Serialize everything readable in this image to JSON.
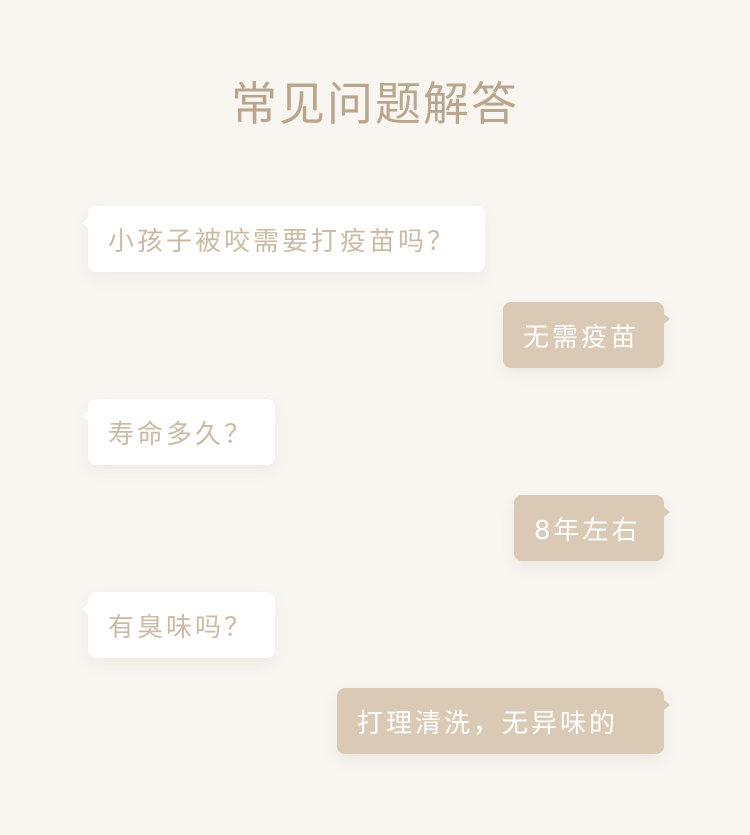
{
  "title": "常见问题解答",
  "colors": {
    "background": "#f9f6f2",
    "title": "#b8a68f",
    "question_bubble": "#ffffff",
    "question_text": "#cbbba6",
    "answer_bubble": "#dac9b5",
    "answer_text": "#ffffff"
  },
  "qa": [
    {
      "question": "小孩子被咬需要打疫苗吗？",
      "answer": "无需疫苗"
    },
    {
      "question": "寿命多久？",
      "answer": "8年左右"
    },
    {
      "question": "有臭味吗？",
      "answer": "打理清洗，无异味的"
    }
  ]
}
